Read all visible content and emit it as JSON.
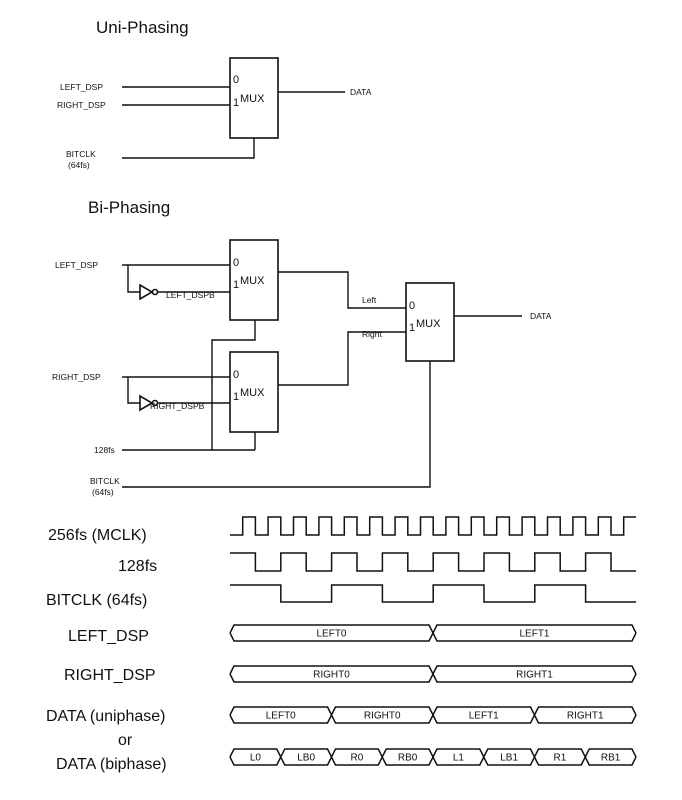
{
  "uni": {
    "title": "Uni-Phasing",
    "left_dsp": "LEFT_DSP",
    "right_dsp": "RIGHT_DSP",
    "bitclk": "BITCLK",
    "bitclk_rate": "(64fs)",
    "mux": "MUX",
    "in0": "0",
    "in1": "1",
    "data": "DATA"
  },
  "bi": {
    "title": "Bi-Phasing",
    "left_dsp": "LEFT_DSP",
    "left_dspb": "LEFT_DSPB",
    "right_dsp": "RIGHT_DSP",
    "right_dspb": "RIGHT_DSPB",
    "clk128": "128fs",
    "bitclk": "BITCLK",
    "bitclk_rate": "(64fs)",
    "mux": "MUX",
    "in0": "0",
    "in1": "1",
    "left": "Left",
    "right": "Right",
    "data": "DATA"
  },
  "timing": {
    "mclk": "256fs (MCLK)",
    "clk128": "128fs",
    "bitclk": "BITCLK (64fs)",
    "left_dsp": "LEFT_DSP",
    "right_dsp": "RIGHT_DSP",
    "data_uni": "DATA (uniphase)",
    "or": "or",
    "data_bi": "DATA (biphase)",
    "left_cells": [
      "LEFT0",
      "LEFT1"
    ],
    "right_cells": [
      "RIGHT0",
      "RIGHT1"
    ],
    "uni_cells": [
      "LEFT0",
      "RIGHT0",
      "LEFT1",
      "RIGHT1"
    ],
    "bi_cells": [
      "L0",
      "LB0",
      "R0",
      "RB0",
      "L1",
      "LB1",
      "R1",
      "RB1"
    ]
  }
}
